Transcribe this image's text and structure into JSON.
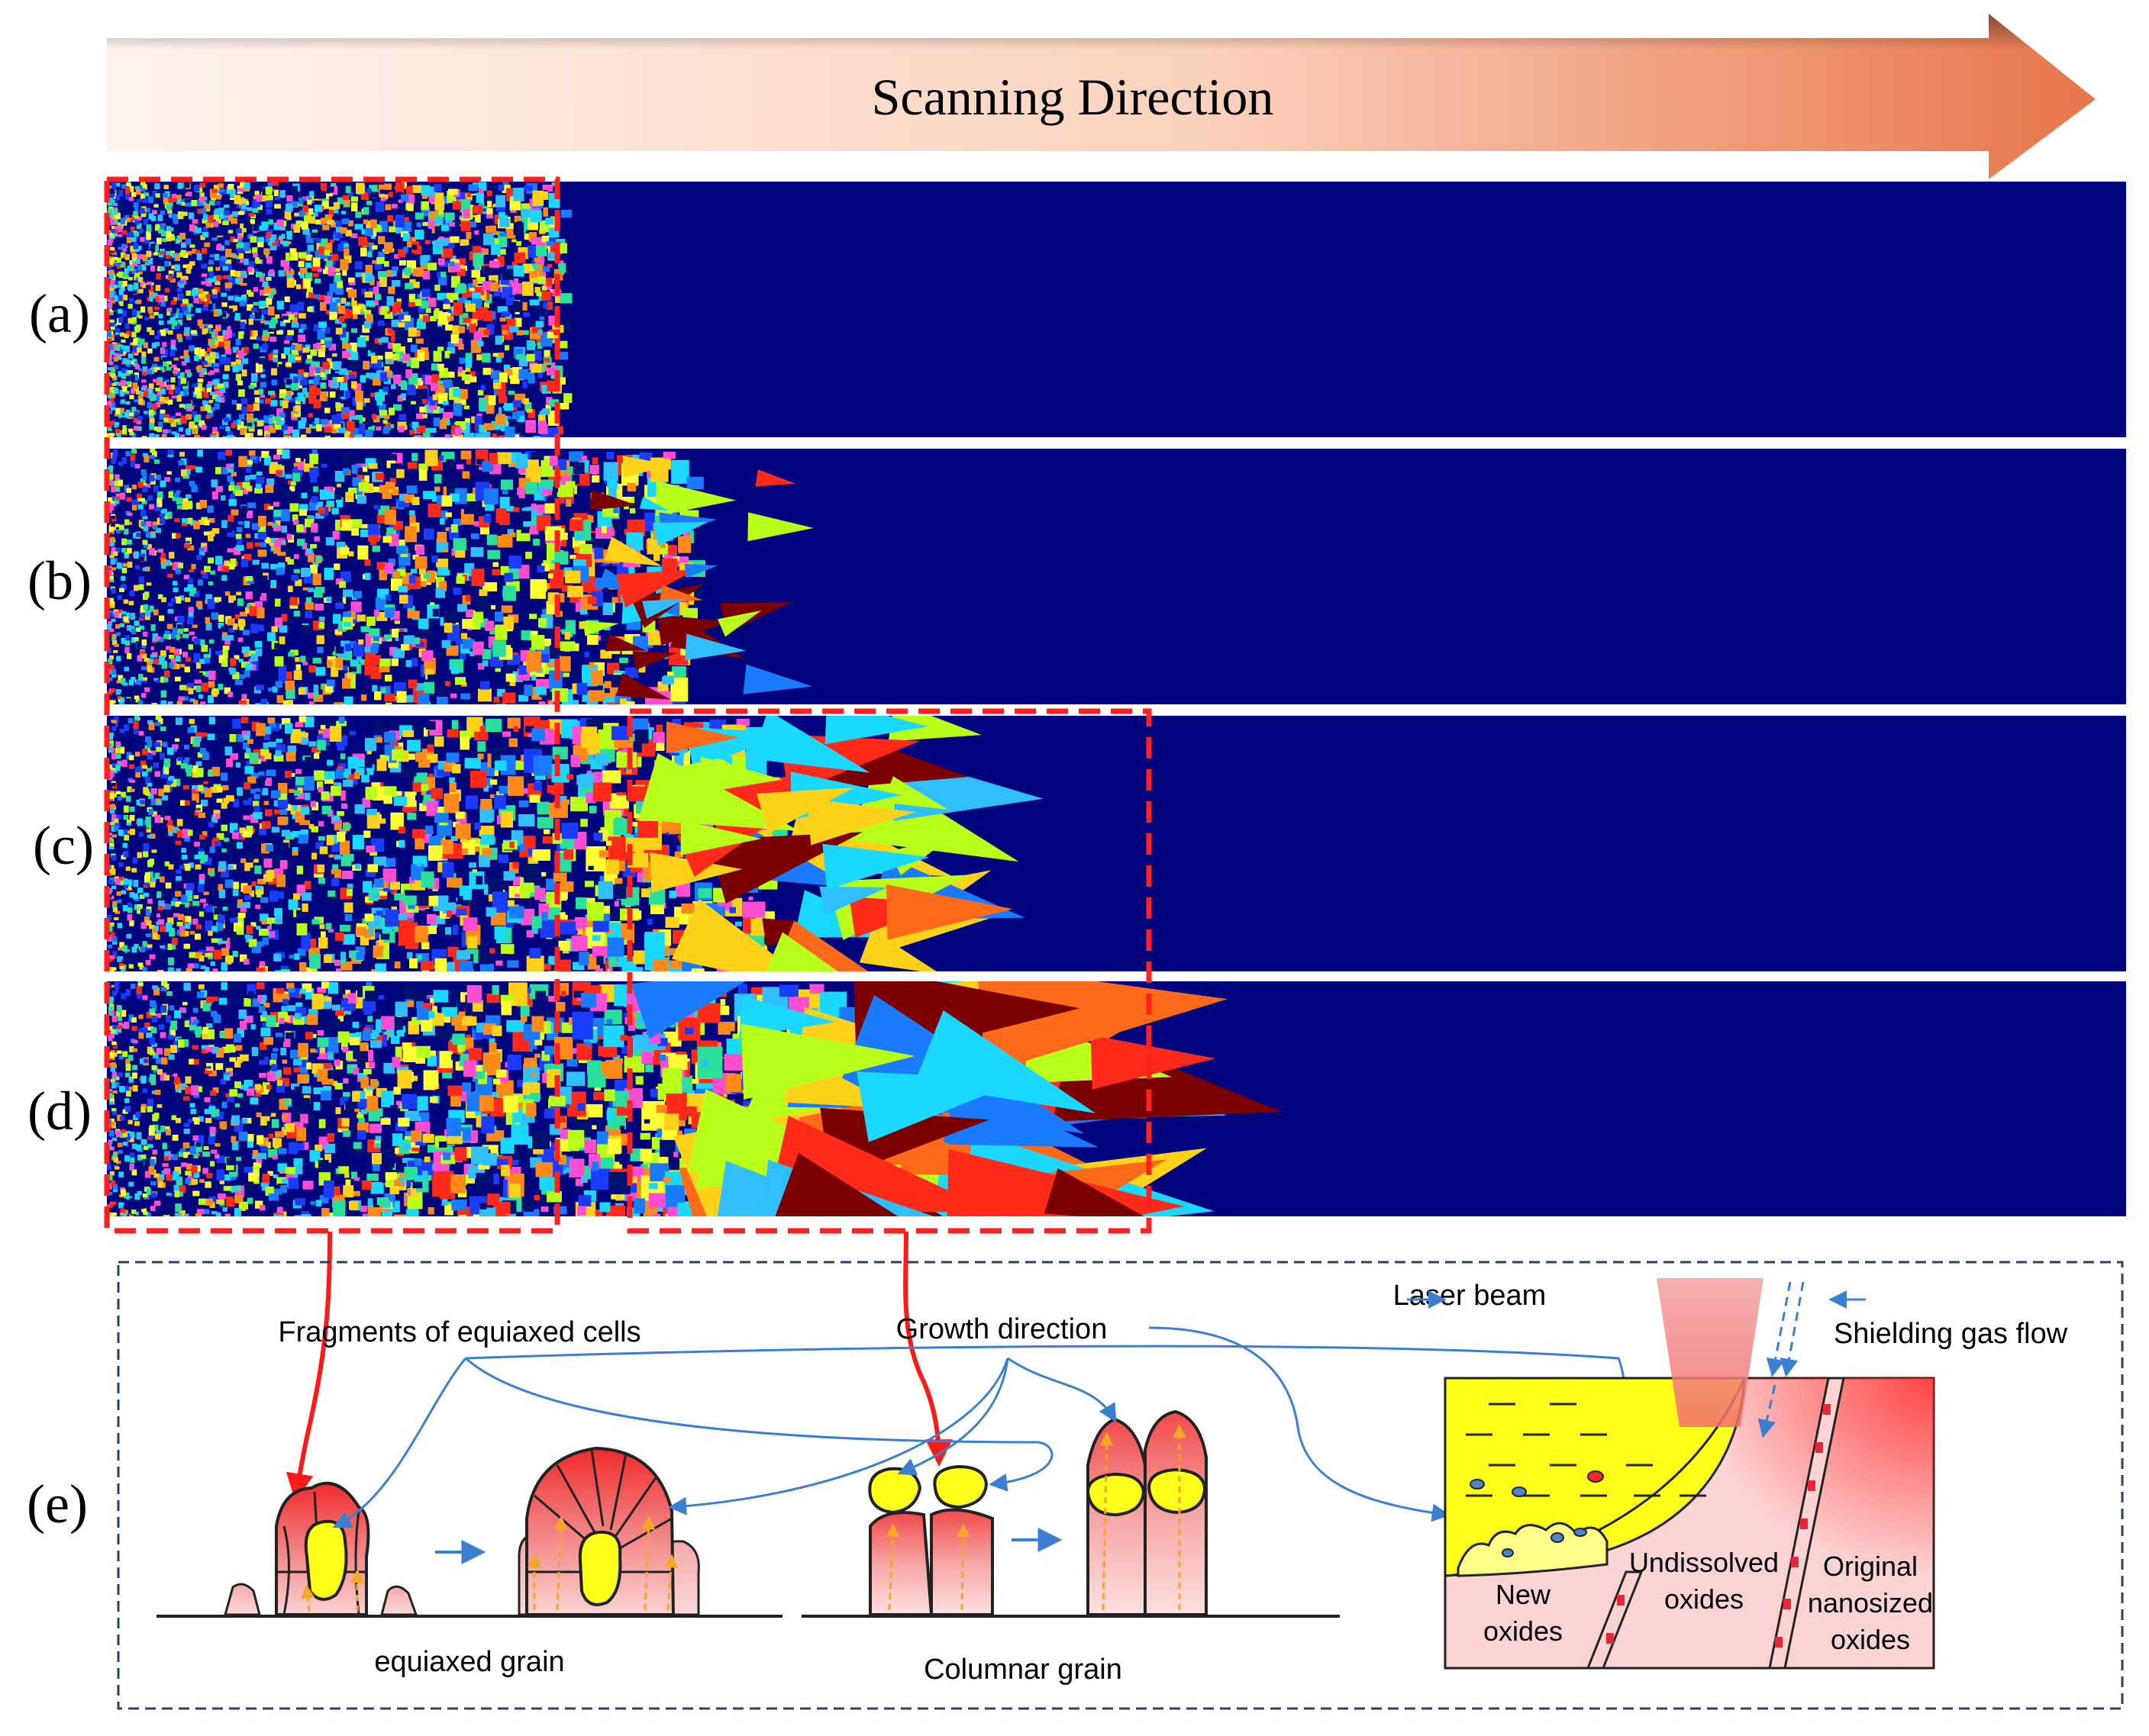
{
  "header": {
    "arrow_label": "Scanning Direction"
  },
  "panels": [
    {
      "label": "(a)"
    },
    {
      "label": "(b)"
    },
    {
      "label": "(c)"
    },
    {
      "label": "(d)"
    }
  ],
  "schematic": {
    "panel_label": "(e)",
    "fragments_label": "Fragments of equiaxed cells",
    "growth_label": "Growth direction",
    "equiaxed_label": "equiaxed   grain",
    "columnar_label": "Columnar grain",
    "laser_label": "Laser beam",
    "gas_label": "Shielding gas flow",
    "new_oxides": [
      "New",
      "oxides"
    ],
    "undissolved_oxides": [
      "Undissolved",
      "oxides"
    ],
    "original_oxides": [
      "Original",
      "nanosized",
      "oxides"
    ]
  },
  "colors": {
    "background_blue": "#00057e",
    "highlight_red": "#ff2020",
    "annotation_blue": "#3a7fd0",
    "melt_yellow": "#ffff1a"
  }
}
